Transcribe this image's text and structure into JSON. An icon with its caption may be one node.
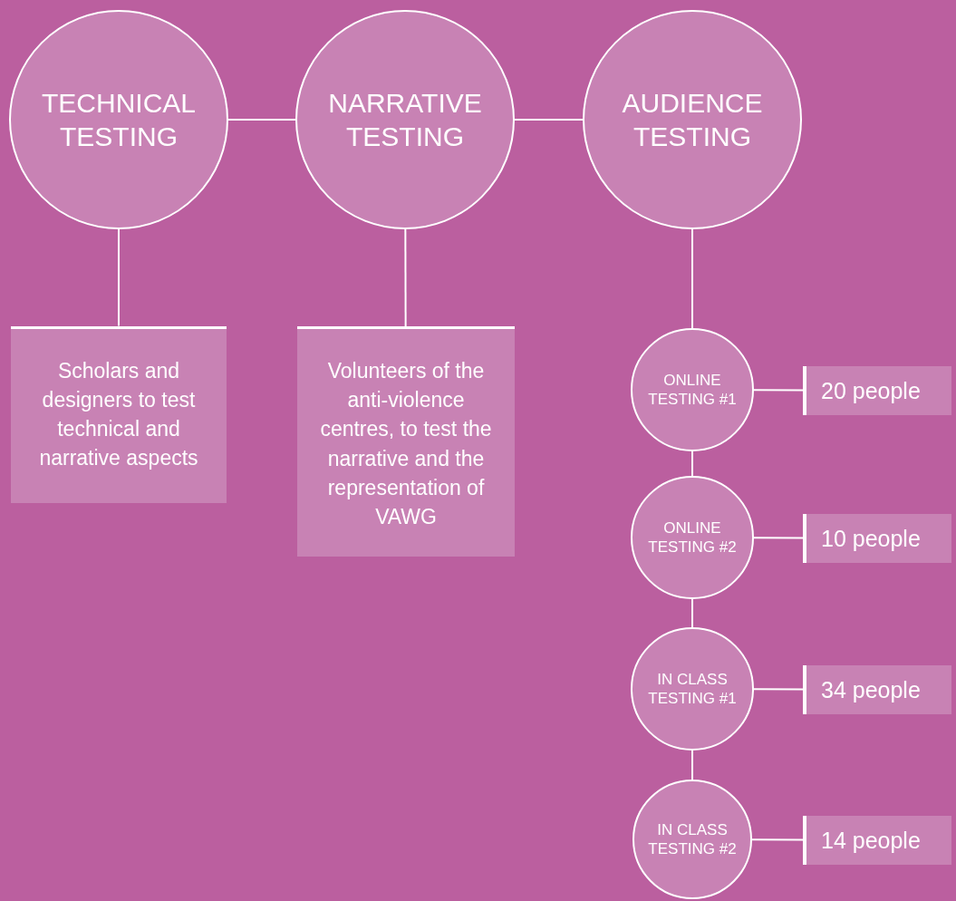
{
  "diagram": {
    "nodes": [
      {
        "text": [
          "TECHNICAL TESTING"
        ]
      },
      {
        "text": [
          "NARRATIVE TESTING"
        ]
      },
      {
        "text": [
          "AUDIENCE TESTING"
        ]
      },
      {
        "text": [
          "Scholars and designers to test technical and narrative aspects"
        ]
      },
      {
        "text": [
          "Volunteers of the anti-violence centres, to test the narrative and the representation of VAWG"
        ]
      },
      {
        "text": [
          "ONLINE TESTING #1"
        ]
      },
      {
        "text": [
          "20 people"
        ]
      },
      {
        "text": [
          "ONLINE TESTING #2"
        ]
      },
      {
        "text": [
          "10 people"
        ]
      },
      {
        "text": [
          "IN CLASS TESTING #1"
        ]
      },
      {
        "text": [
          "34 people"
        ]
      },
      {
        "text": [
          "IN CLASS TESTING #2"
        ]
      },
      {
        "text": [
          "14 people"
        ]
      }
    ],
    "edges": [
      {
        "from": 0,
        "to": 1,
        "arrow": "none"
      },
      {
        "from": 1,
        "to": 2,
        "arrow": "none"
      },
      {
        "from": 0,
        "to": 3,
        "arrow": "none"
      },
      {
        "from": 1,
        "to": 4,
        "arrow": "none"
      },
      {
        "from": 2,
        "to": 5,
        "arrow": "none"
      },
      {
        "from": 5,
        "to": 6,
        "arrow": "none"
      },
      {
        "from": 5,
        "to": 7,
        "arrow": "none"
      },
      {
        "from": 7,
        "to": 8,
        "arrow": "none"
      },
      {
        "from": 7,
        "to": 9,
        "arrow": "none"
      },
      {
        "from": 9,
        "to": 10,
        "arrow": "none"
      },
      {
        "from": 9,
        "to": 11,
        "arrow": "none"
      },
      {
        "from": 11,
        "to": 12,
        "arrow": "none"
      }
    ]
  }
}
